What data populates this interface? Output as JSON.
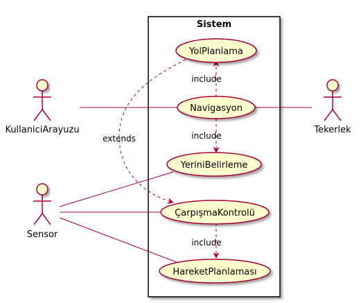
{
  "diagram": {
    "system_title": "Sistem",
    "use_cases": {
      "yolplanlama": "YolPlanlama",
      "navigasyon": "Navigasyon",
      "yerinibelirleme": "YeriniBelirleme",
      "carpisma": "ÇarpışmaKontrolü",
      "hareket": "HareketPlanlaması"
    },
    "actors": {
      "kullanici": "KullaniciArayuzu",
      "tekerlek": "Tekerlek",
      "sensor": "Sensor"
    },
    "relations": {
      "include_nav_yol": "include",
      "include_nav_yer": "include",
      "extends_yol_carp": "extends",
      "include_carp_har": "include"
    }
  },
  "colors": {
    "usecase_fill": "#FEFECE",
    "border": "#A80036",
    "system_border": "#000000",
    "background": "#FFFFFF"
  }
}
